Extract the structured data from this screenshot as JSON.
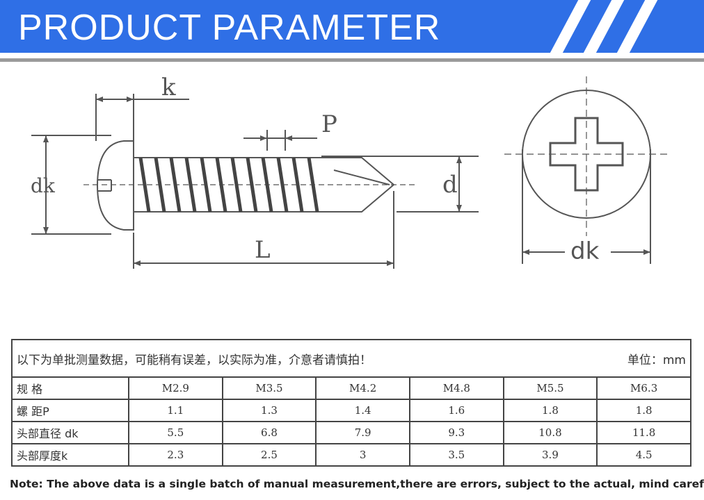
{
  "header": {
    "title": "PRODUCT PARAMETER",
    "accent_color": "#2f6fe6"
  },
  "diagram": {
    "labels": {
      "k": "k",
      "p": "P",
      "dk_side": "dk",
      "d": "d",
      "l": "L",
      "dk_front": "dk"
    }
  },
  "table": {
    "note": "以下为单批测量数据，可能稍有误差，以实际为准，介意者请慎拍！",
    "unit": "单位：mm",
    "rows": [
      {
        "label": "规 格",
        "cells": [
          "M2.9",
          "M3.5",
          "M4.2",
          "M4.8",
          "M5.5",
          "M6.3"
        ]
      },
      {
        "label": "螺 距P",
        "cells": [
          "1.1",
          "1.3",
          "1.4",
          "1.6",
          "1.8",
          "1.8"
        ]
      },
      {
        "label": "头部直径 dk",
        "cells": [
          "5.5",
          "6.8",
          "7.9",
          "9.3",
          "10.8",
          "11.8"
        ]
      },
      {
        "label": "头部厚度k",
        "cells": [
          "2.3",
          "2.5",
          "3",
          "3.5",
          "3.9",
          "4.5"
        ]
      }
    ]
  },
  "footer": {
    "note": "Note: The above data is a single batch of manual measurement,there are errors, subject to the actual, mind carefully."
  }
}
